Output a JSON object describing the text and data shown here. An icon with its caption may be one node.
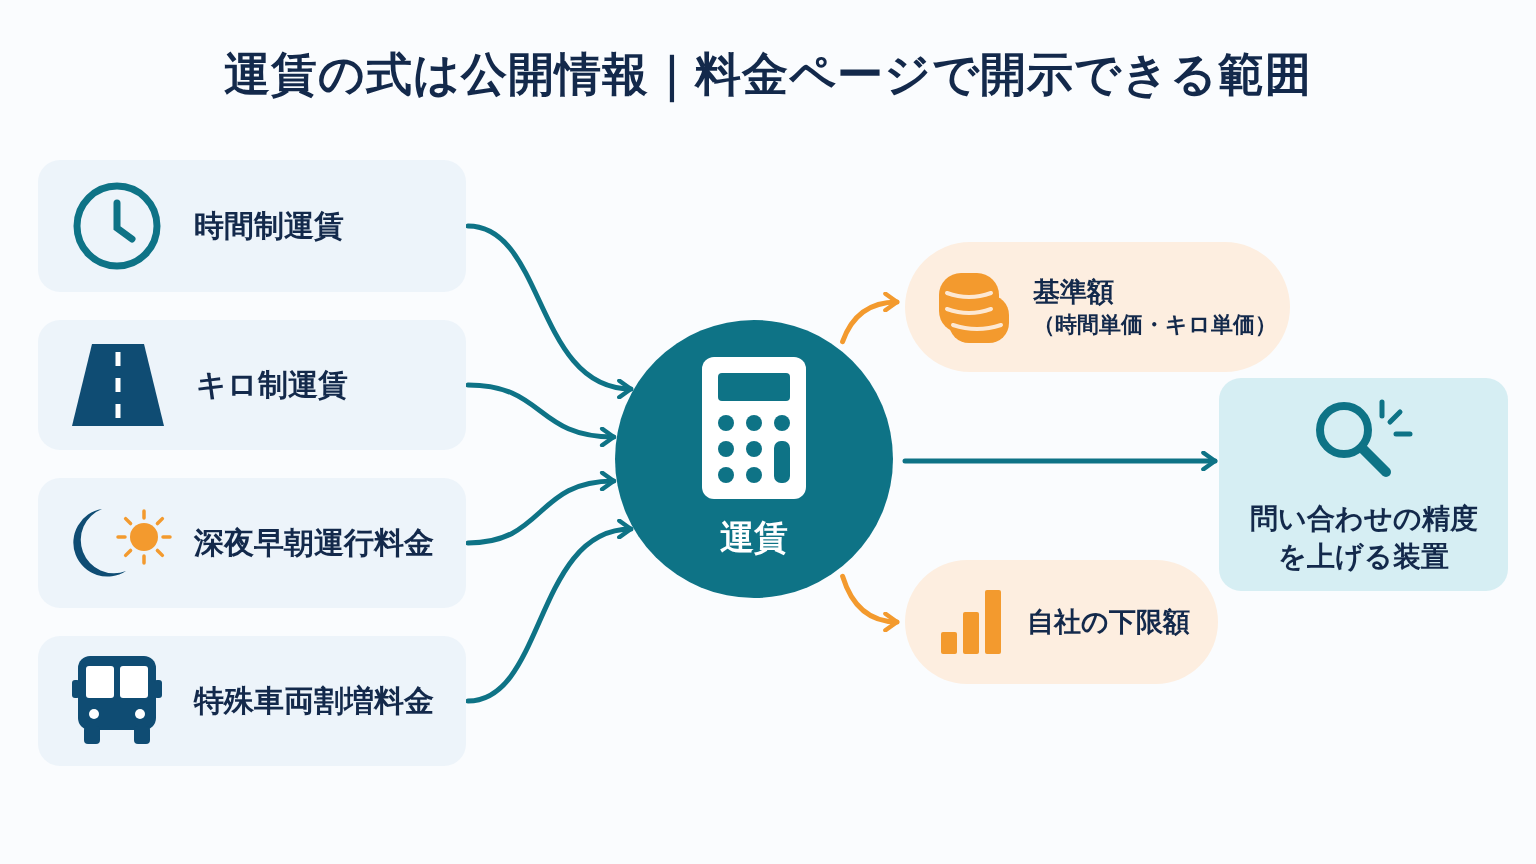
{
  "diagram": {
    "title": "運賃の式は公開情報｜料金ページで開示できる範囲",
    "nodes": [
      {
        "text": [
          "時間制運賃"
        ]
      },
      {
        "text": [
          "キロ制運賃"
        ]
      },
      {
        "text": [
          "深夜早朝運行料金"
        ]
      },
      {
        "text": [
          "特殊車両割増料金"
        ]
      },
      {
        "text": [
          "運賃"
        ]
      },
      {
        "text": [
          "基準額",
          "（時間単価・キロ単価）"
        ]
      },
      {
        "text": [
          "自社の下限額"
        ]
      },
      {
        "text": [
          "問い合わせの精度を上げる装置"
        ]
      }
    ],
    "edges": [
      {
        "from": 0,
        "to": 4,
        "arrow": "to"
      },
      {
        "from": 1,
        "to": 4,
        "arrow": "to"
      },
      {
        "from": 2,
        "to": 4,
        "arrow": "to"
      },
      {
        "from": 3,
        "to": 4,
        "arrow": "to"
      },
      {
        "from": 4,
        "to": 5,
        "arrow": "to",
        "color": "#f39a2e"
      },
      {
        "from": 4,
        "to": 6,
        "arrow": "to",
        "color": "#f39a2e"
      },
      {
        "from": 4,
        "to": 7,
        "arrow": "to"
      }
    ]
  }
}
